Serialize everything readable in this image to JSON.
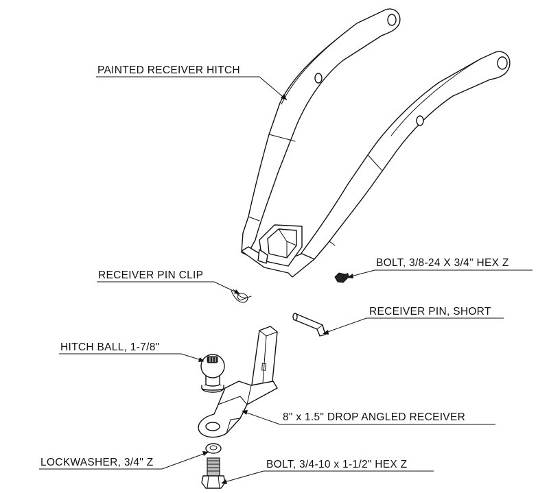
{
  "labels": {
    "painted_receiver_hitch": "PAINTED RECEIVER HITCH",
    "bolt_small": "BOLT, 3/8-24 X 3/4\" HEX Z",
    "receiver_pin_clip": "RECEIVER PIN CLIP",
    "receiver_pin_short": "RECEIVER PIN, SHORT",
    "hitch_ball": "HITCH BALL, 1-7/8\"",
    "drop_angled_receiver": "8\" x 1.5\" DROP ANGLED RECEIVER",
    "lockwasher": "LOCKWASHER, 3/4\" Z",
    "bolt_large": "BOLT, 3/4-10 x 1-1/2\" HEX Z"
  }
}
